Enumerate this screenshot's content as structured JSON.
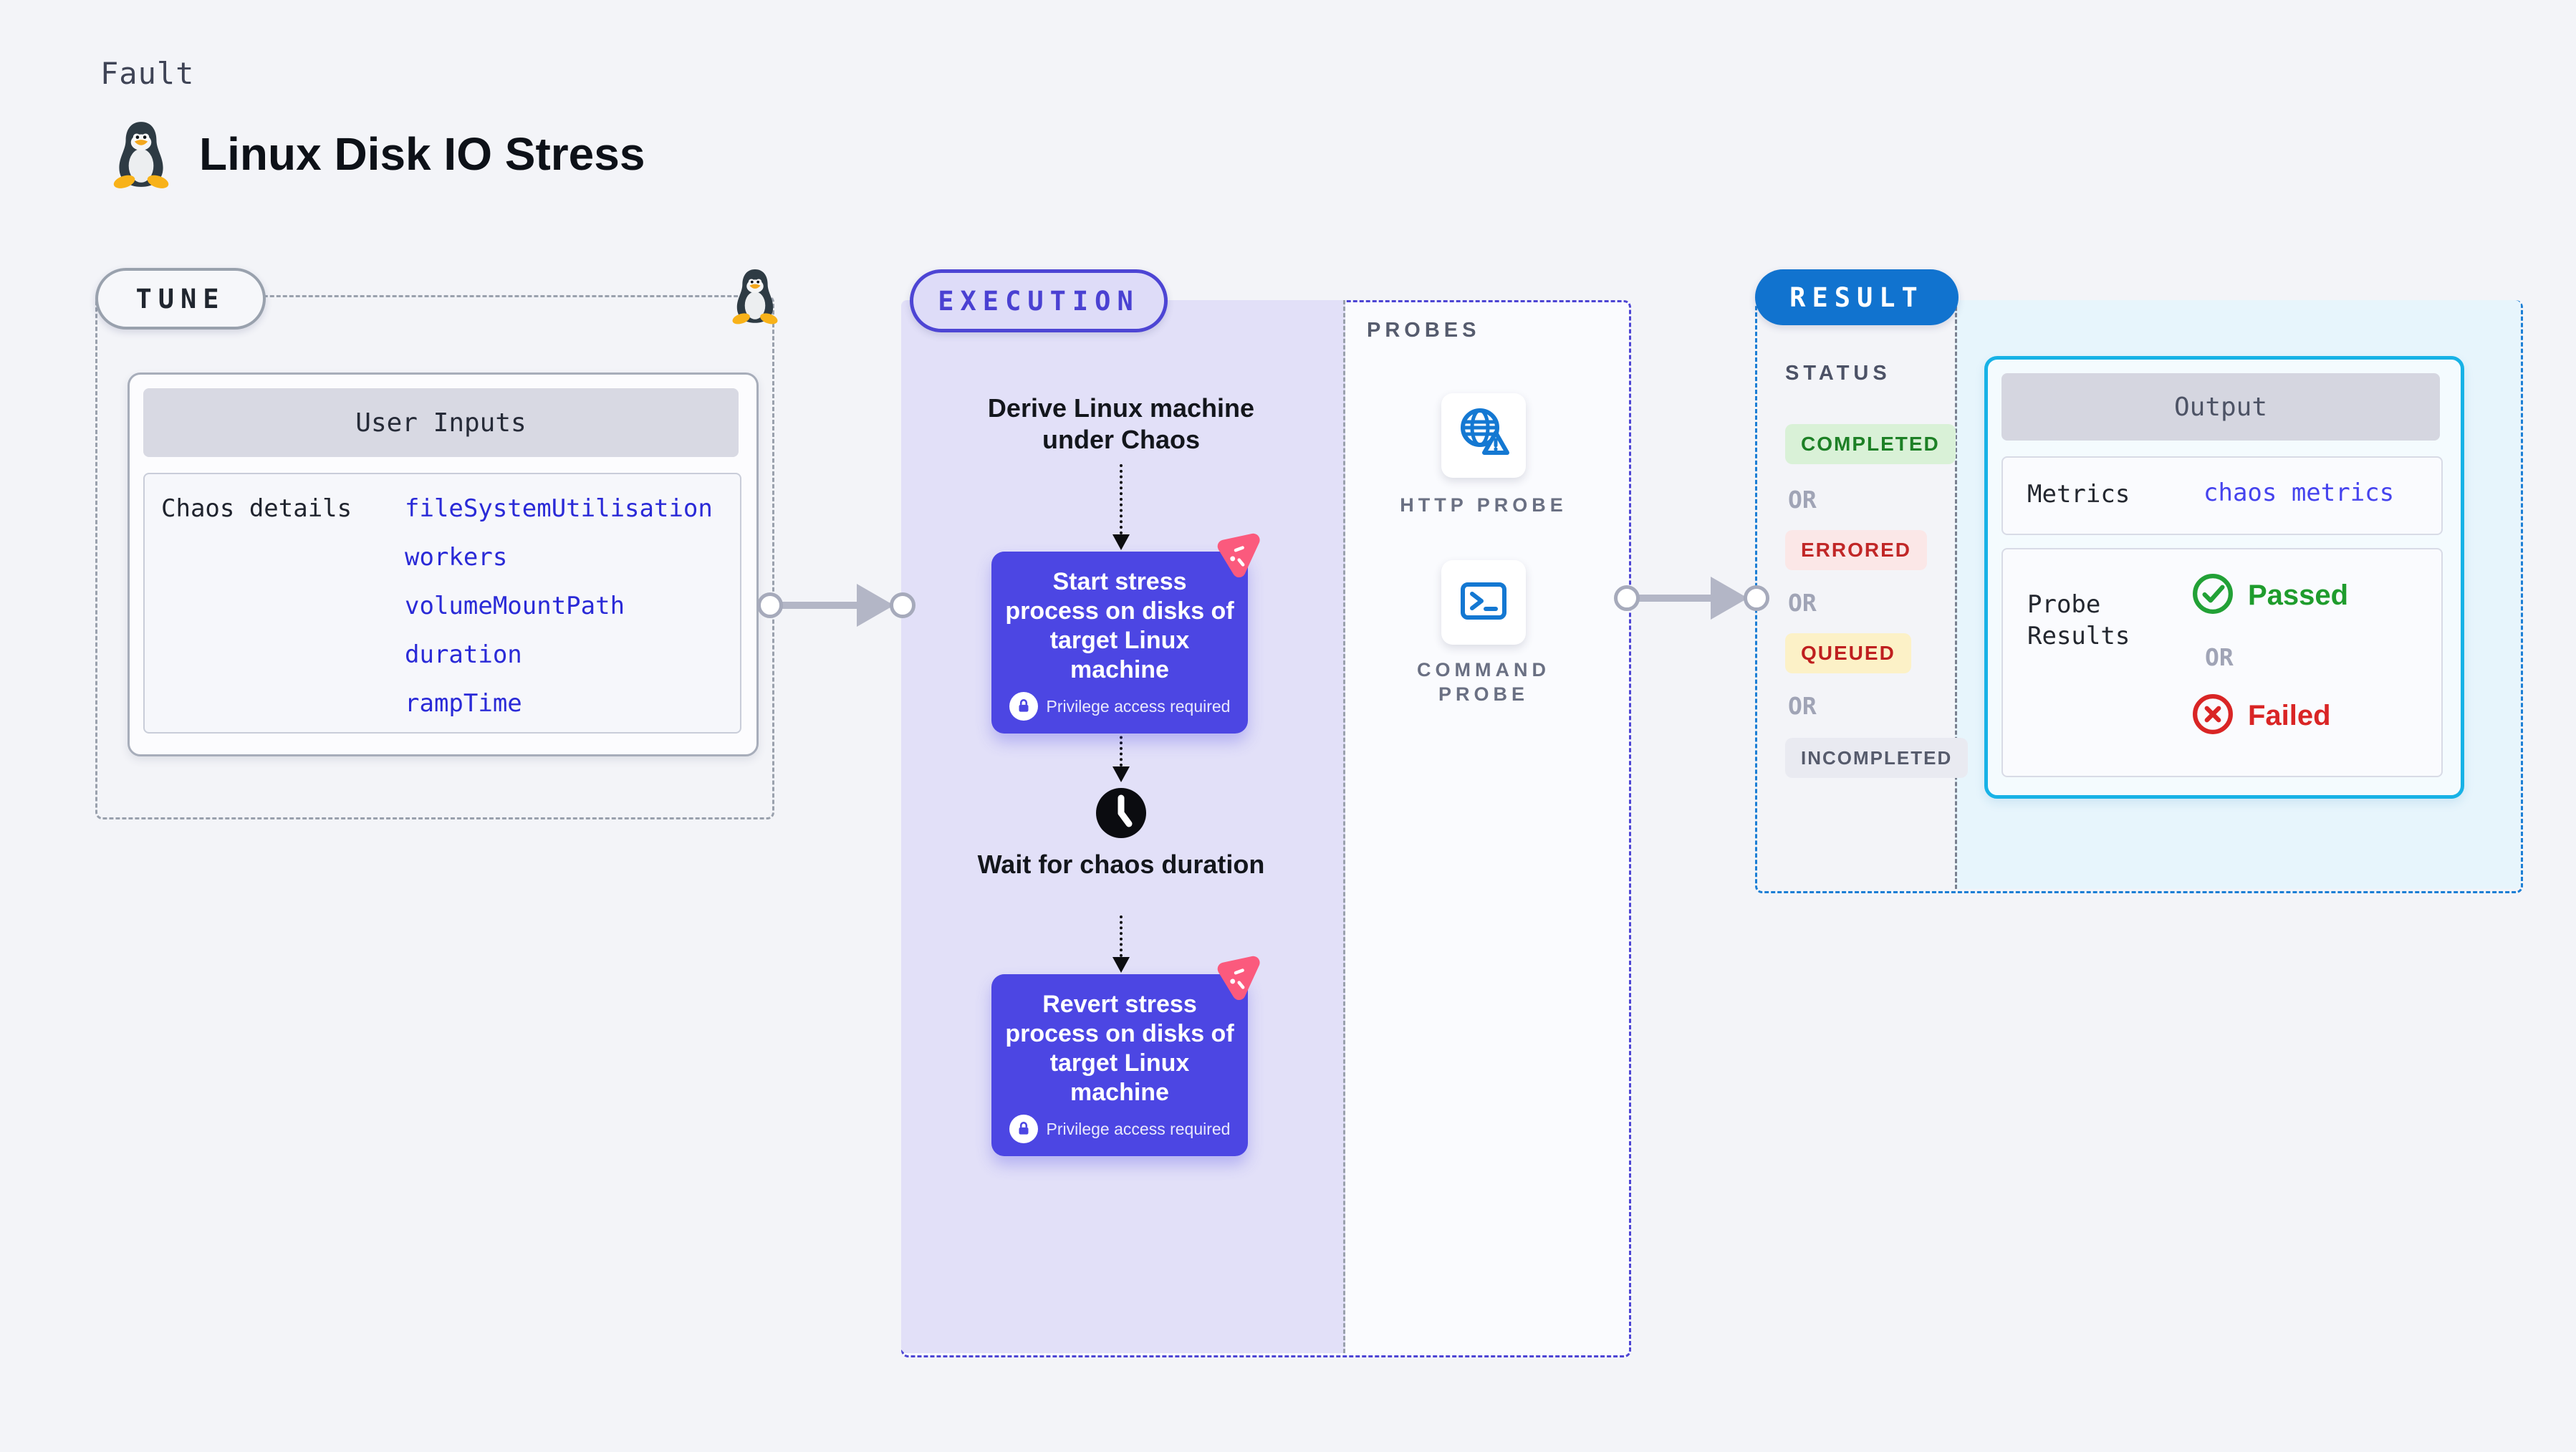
{
  "page": {
    "kicker": "Fault",
    "title": "Linux Disk IO Stress"
  },
  "tune": {
    "label": "TUNE",
    "user_inputs": {
      "header": "User Inputs",
      "row_label": "Chaos details",
      "params": [
        "fileSystemUtilisation",
        "workers",
        "volumeMountPath",
        "duration",
        "rampTime"
      ]
    }
  },
  "execution": {
    "label": "EXECUTION",
    "derive_step": "Derive Linux machine under Chaos",
    "start_step": "Start stress process on disks of target Linux machine",
    "wait_step": "Wait for chaos duration",
    "revert_step": "Revert stress process on disks of target Linux machine",
    "privilege_note": "Privilege access required"
  },
  "probes": {
    "label": "PROBES",
    "http_probe_label": "HTTP PROBE",
    "command_probe_label": "COMMAND PROBE"
  },
  "result": {
    "label": "RESULT",
    "status": {
      "label": "STATUS",
      "or": "OR",
      "options": [
        "COMPLETED",
        "ERRORED",
        "QUEUED",
        "INCOMPLETED"
      ]
    },
    "output": {
      "header": "Output",
      "metrics_label": "Metrics",
      "metrics_value": "chaos metrics",
      "probe_results_label": "Probe Results",
      "passed": "Passed",
      "or": "OR",
      "failed": "Failed"
    }
  },
  "colors": {
    "page_bg": "#f3f4f8",
    "execution_panel_bg": "#e2e0f8",
    "execution_accent": "#4d45d4",
    "chaos_box_bg": "#4c46e3",
    "pink_badge": "#fb5a7d",
    "result_accent": "#1173cf",
    "result_panel_bg": "#e7f5fc",
    "output_border": "#17b2e6",
    "link_blue": "#2a2ad7",
    "probe_icon_blue": "#1478d2",
    "status_completed": "#1d8026",
    "status_errored": "#c12727",
    "status_queued": "#bf1f1f",
    "passed_green": "#1f9c2d",
    "failed_red": "#d92525"
  }
}
